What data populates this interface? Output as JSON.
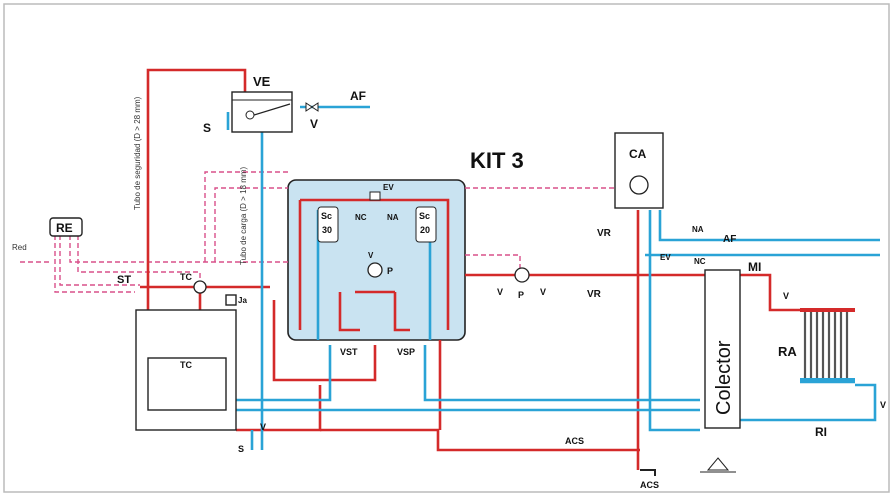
{
  "labels": {
    "ve": "VE",
    "af_top": "AF",
    "s_top": "S",
    "v_top": "V",
    "kit": "KIT 3",
    "ca": "CA",
    "re": "RE",
    "red": "Red",
    "st": "ST",
    "tc_sensor": "TC",
    "ja": "Ja",
    "tc_boiler": "TC",
    "ev_kit": "EV",
    "nc_kit": "NC",
    "na_kit": "NA",
    "sc30_a": "Sc",
    "sc30_b": "30",
    "sc20_a": "Sc",
    "sc20_b": "20",
    "v_kit": "V",
    "p_kit": "P",
    "vst": "VST",
    "vsp": "VSP",
    "v_left_pump": "V",
    "p_pump": "P",
    "v_right_pump": "V",
    "vr_bottom": "VR",
    "vr_top": "VR",
    "na_right": "NA",
    "af_right": "AF",
    "ev_right": "EV",
    "nc_right": "NC",
    "mi": "MI",
    "v_mi": "V",
    "ra": "RA",
    "colector": "Colector",
    "v_ri": "V",
    "ri": "RI",
    "acs_mid": "ACS",
    "acs_bottom": "ACS",
    "v_bottom": "V",
    "s_bottom": "S",
    "tubo_seguridad": "Tubo de seguridad (D > 28 mm)",
    "tubo_carga": "Tubo de carga (D > 18 mm)"
  },
  "colors": {
    "hot": "#d42a2a",
    "cold": "#2aa3d6",
    "control": "#d9508a",
    "kit_fill": "#c9e3f1"
  }
}
